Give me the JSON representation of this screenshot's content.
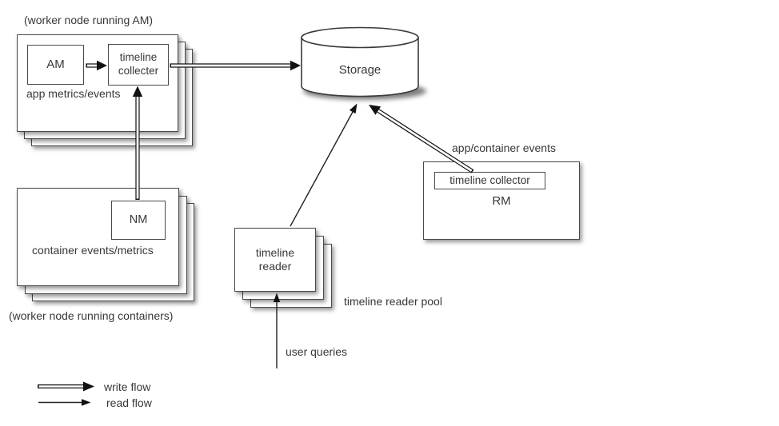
{
  "diagram": {
    "worker_am_group": {
      "caption": "(worker node running AM)",
      "am_node": "AM",
      "collector_node": "timeline\ncollecter",
      "metrics_label": "app metrics/events"
    },
    "worker_container_group": {
      "caption": "(worker node running containers)",
      "nm_node": "NM",
      "metrics_label": "container events/metrics"
    },
    "storage_node": "Storage",
    "rm_group": {
      "events_label": "app/container events",
      "collector_node": "timeline collector",
      "rm_label": "RM"
    },
    "reader_group": {
      "reader_node": "timeline\nreader",
      "pool_label": "timeline reader pool",
      "queries_label": "user queries"
    },
    "legend": {
      "write_label": "write flow",
      "read_label": "read flow"
    },
    "colors": {
      "background": "#ffffff",
      "border": "#4a4a4a",
      "text": "#383838",
      "arrow": "#111111"
    }
  }
}
